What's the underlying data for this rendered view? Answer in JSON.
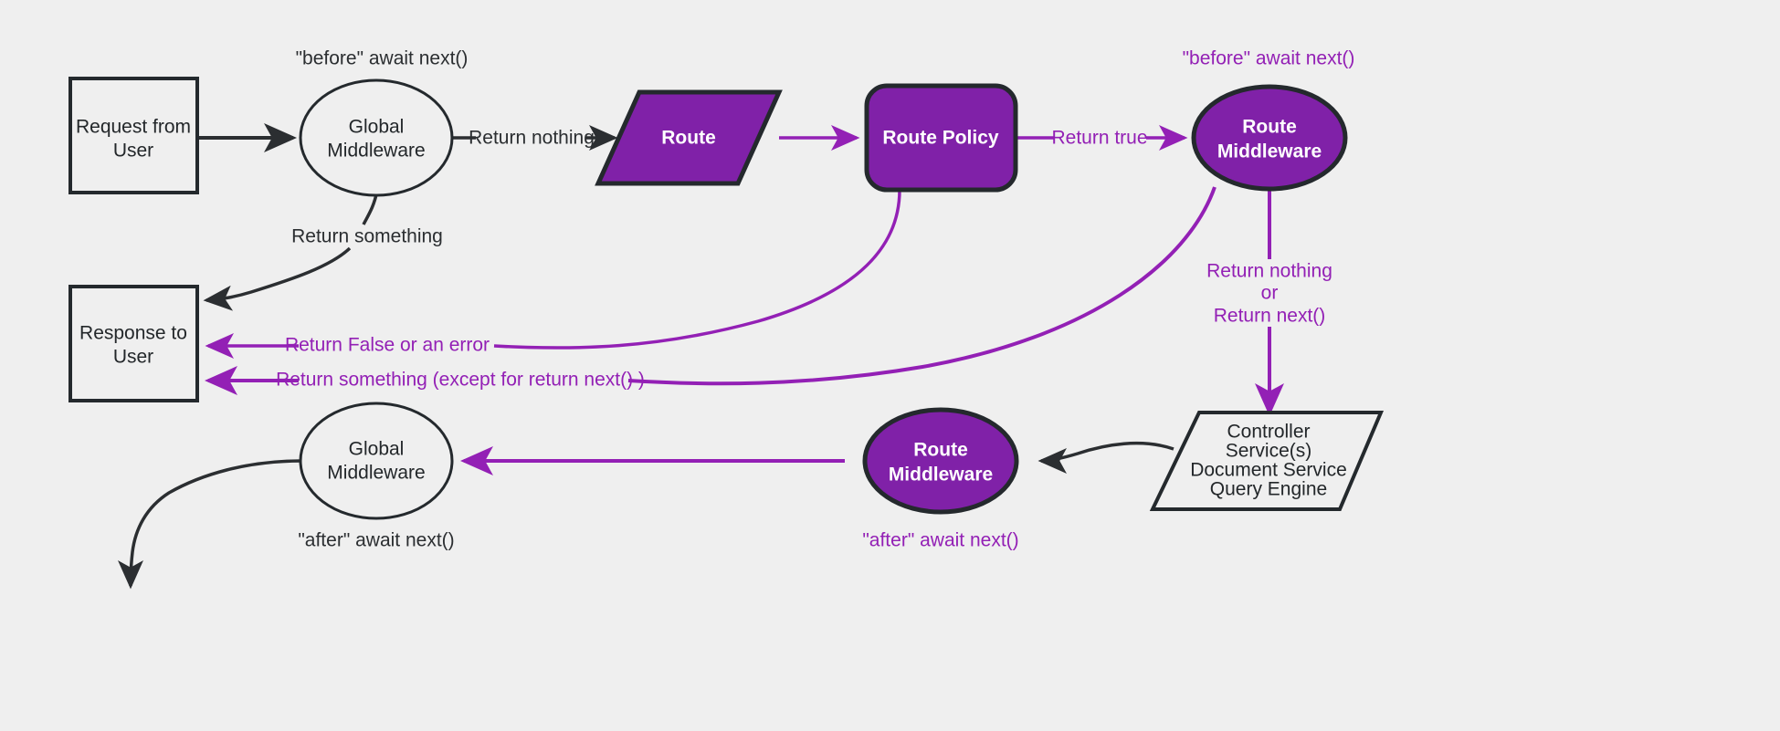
{
  "diagram": {
    "title": "Middleware request lifecycle flow",
    "background_color": "#efefef",
    "accent_color": "#8021a8",
    "purple_text_color": "#9320b5",
    "dark_color": "#2b2e31"
  },
  "nodes": {
    "request": {
      "line1": "Request from",
      "line2": "User"
    },
    "global_middleware_top": {
      "line1": "Global",
      "line2": "Middleware"
    },
    "route": {
      "label": "Route"
    },
    "route_policy": {
      "label": "Route Policy"
    },
    "route_middleware_top": {
      "line1": "Route",
      "line2": "Middleware"
    },
    "controller": {
      "line1": "Controller",
      "line2": "Service(s)",
      "line3": "Document Service",
      "line4": "Query Engine"
    },
    "route_middleware_bottom": {
      "line1": "Route",
      "line2": "Middleware"
    },
    "global_middleware_bottom": {
      "line1": "Global",
      "line2": "Middleware"
    },
    "response": {
      "line1": "Response to",
      "line2": "User"
    }
  },
  "stage_notes": {
    "global_before": "\"before\" await next()",
    "route_mw_before": "\"before\" await next()",
    "global_after": "\"after\" await next()",
    "route_mw_after": "\"after\" await next()"
  },
  "edge_labels": {
    "return_nothing": "Return nothing",
    "return_something": "Return something",
    "return_true": "Return true",
    "return_false_or_error": "Return False or an error",
    "return_something_except": "Return something (except for return next() )",
    "return_nothing_or_next_line1": "Return nothing",
    "return_nothing_or_next_line2": "or",
    "return_nothing_or_next_line3": "Return next()"
  }
}
